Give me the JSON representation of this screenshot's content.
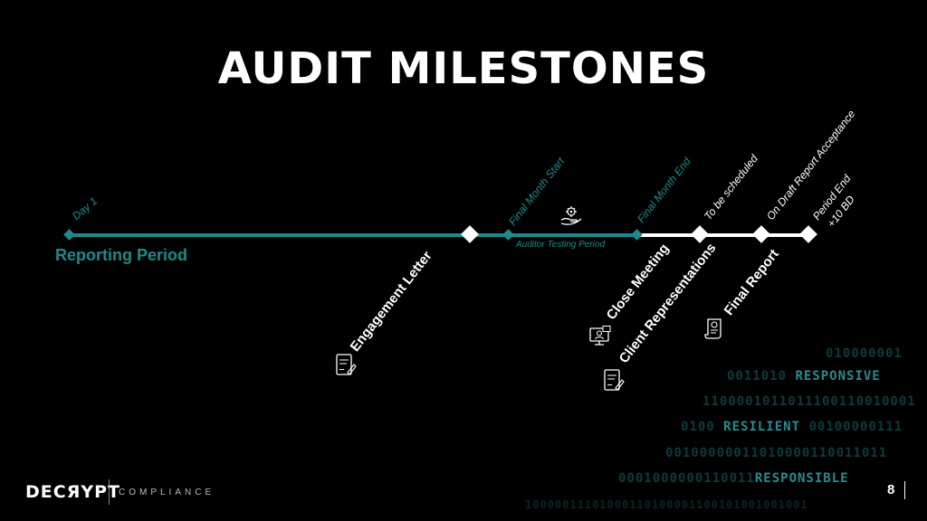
{
  "title": "AUDIT MILESTONES",
  "colors": {
    "teal": "#1f8a8c",
    "white": "#ffffff",
    "background": "#000000"
  },
  "timeline": {
    "start_label": "Day 1",
    "reporting_period": "Reporting Period",
    "final_month_start": "Final Month Start",
    "final_month_end": "Final Month End",
    "auditor_testing": "Auditor Testing Period",
    "to_be_scheduled": "To be scheduled",
    "on_draft_acceptance": "On Draft Report Acceptance",
    "period_end_line1": "Period End",
    "period_end_line2": "+10 BD",
    "milestones": {
      "engagement_letter": "Engagement Letter",
      "close_meeting": "Close Meeting",
      "client_representations": "Client Representations",
      "final_report": "Final Report"
    }
  },
  "binary": {
    "row1": "010000001",
    "row2_prefix": "0011010",
    "row2_word": "RESPONSIVE",
    "row3": "1100001011011100110010001",
    "row4_prefix": "0100",
    "row4_word": "RESILIENT",
    "row4_suffix": "00100000111",
    "row5": "00100000011010000110011011",
    "row6_prefix": "0001000000110011",
    "row6_word": "RESPONSIBLE",
    "row7": "10000011101000110100001100101001001001"
  },
  "footer": {
    "logo": "DECЯYPT",
    "sub": "COMPLIANCE",
    "page": "8"
  },
  "icons": [
    "settings-hand-icon",
    "contract-pen-icon",
    "video-meeting-icon",
    "signed-document-icon",
    "report-scroll-icon"
  ]
}
